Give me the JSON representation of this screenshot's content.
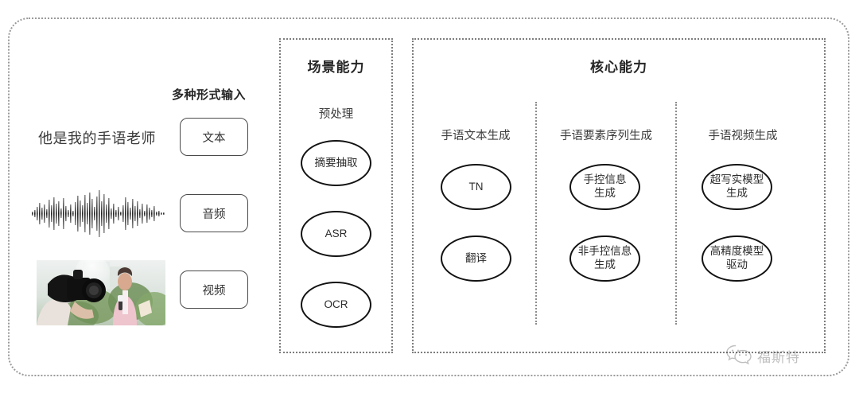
{
  "diagram": {
    "input_panel": {
      "heading": "多种形式输入",
      "sample_text": "他是我的手语老师",
      "chips": [
        {
          "label": "文本"
        },
        {
          "label": "音频"
        },
        {
          "label": "视频"
        }
      ],
      "audio_icon_name": "audio-waveform",
      "video_thumbnail_caption": "camera operator filming reporter"
    },
    "scenario_section": {
      "title": "场景能力",
      "group_label": "预处理",
      "nodes": [
        {
          "label": "摘要抽取"
        },
        {
          "label": "ASR"
        },
        {
          "label": "OCR"
        }
      ]
    },
    "core_section": {
      "title": "核心能力",
      "columns": [
        {
          "label": "手语文本生成",
          "nodes": [
            {
              "label": "TN"
            },
            {
              "label": "翻译"
            }
          ]
        },
        {
          "label": "手语要素序列生成",
          "nodes": [
            {
              "label": "手控信息\n生成"
            },
            {
              "label": "非手控信息\n生成"
            }
          ]
        },
        {
          "label": "手语视频生成",
          "nodes": [
            {
              "label": "超写实模型\n生成"
            },
            {
              "label": "高精度模型\n驱动"
            }
          ]
        }
      ]
    },
    "watermark": {
      "text": "福斯特",
      "icon_name": "wechat-icon"
    },
    "colors": {
      "background": "#ffffff",
      "frame_border": "#9a9a9a",
      "box_border": "#7d7d7d",
      "node_border": "#121212",
      "chip_border": "#4a4a4a",
      "text": "#3a3a3a",
      "title_text": "#262626"
    }
  }
}
